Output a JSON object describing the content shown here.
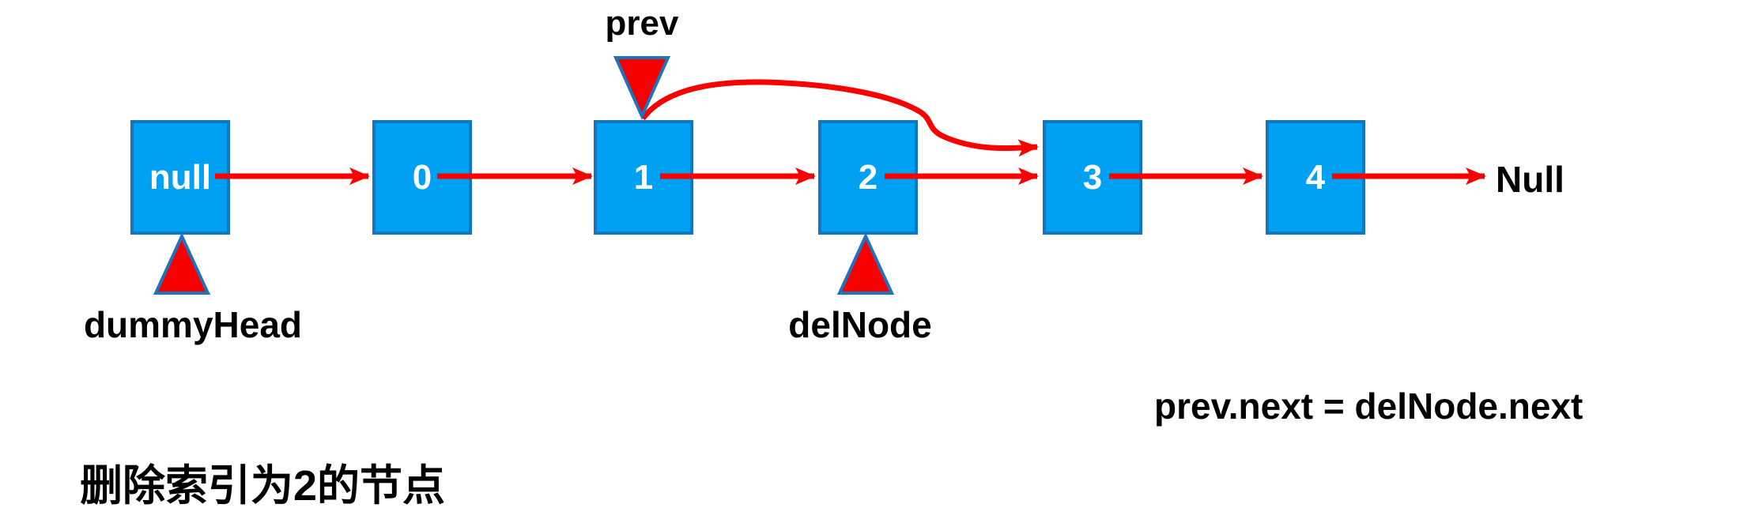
{
  "diagram": {
    "caption": "删除索引为2的节点",
    "formula": "prev.next = delNode.next",
    "list": {
      "nodes": [
        "null",
        "0",
        "1",
        "2",
        "3",
        "4"
      ],
      "tail": "Null"
    },
    "pointers": {
      "prev": {
        "label": "prev",
        "points_to_node": "1",
        "direction": "down"
      },
      "dummyHead": {
        "label": "dummyHead",
        "points_to_node": "null",
        "direction": "up"
      },
      "delNode": {
        "label": "delNode",
        "points_to_node": "2",
        "direction": "up"
      }
    },
    "colors": {
      "node_fill": "#00A0F2",
      "node_border": "#1177C2",
      "arrow_color": "#FB0000",
      "pointer_fill": "#F60000",
      "pointer_border": "#1C74BC",
      "label_color": "#000000",
      "node_text": "#FFFFFF",
      "bg": "#FFFFFF"
    }
  }
}
